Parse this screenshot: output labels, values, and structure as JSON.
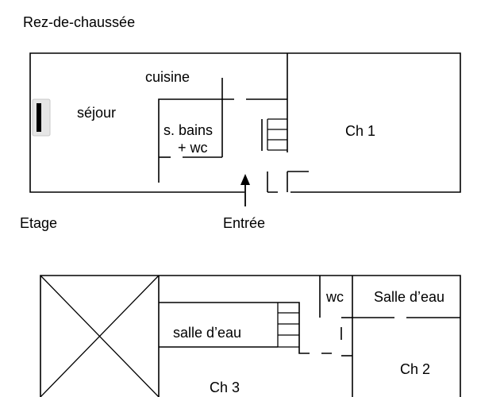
{
  "floors": {
    "ground_heading": "Rez-de-chaussée",
    "upper_heading": "Etage"
  },
  "ground_floor": {
    "rooms": {
      "kitchen": "cuisine",
      "living": "séjour",
      "bathroom_line1": "s. bains",
      "bathroom_line2": "+ wc",
      "bedroom1": "Ch 1"
    },
    "entrance": "Entrée"
  },
  "upper_floor": {
    "rooms": {
      "wc": "wc",
      "shower_room_right": "Salle d’eau",
      "shower_room_left": "salle d’eau",
      "bedroom2": "Ch 2",
      "bedroom3": "Ch 3"
    }
  },
  "icons": {
    "heater": "radiator-icon",
    "entrance_arrow": "arrow-up-icon",
    "stairs": "stairs-icon",
    "void": "void-cross-icon"
  }
}
